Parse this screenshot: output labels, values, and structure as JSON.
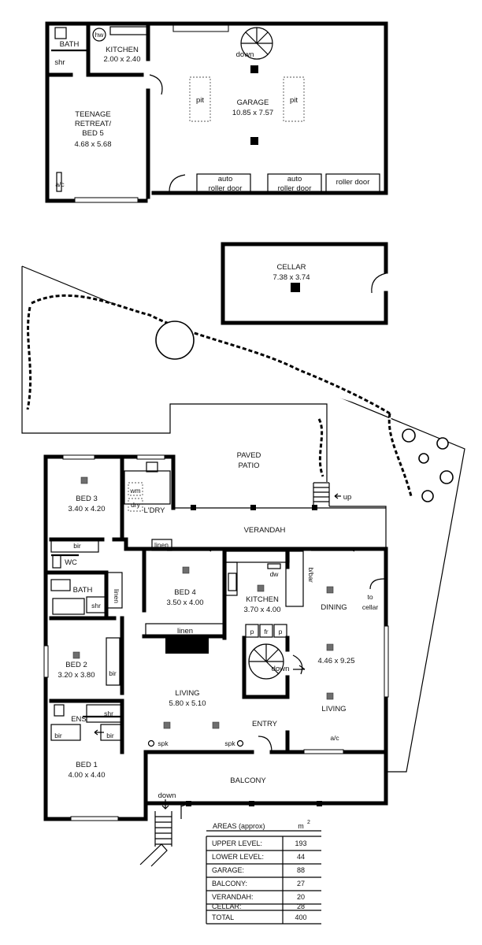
{
  "rooms": {
    "bath_upper": "BATH",
    "hw": "hw",
    "kitchen_upper": "KITCHEN",
    "kitchen_upper_size": "2.00 x 2.40",
    "shr_upper": "shr",
    "teenage_1": "TEENAGE",
    "teenage_2": "RETREAT/",
    "teenage_3": "BED 5",
    "teenage_size": "4.68 x 5.68",
    "ac_upper": "a/c",
    "garage": "GARAGE",
    "garage_size": "10.85 x 7.57",
    "pit": "pit",
    "down": "down",
    "auto": "auto",
    "roller_door": "roller door",
    "cellar": "CELLAR",
    "cellar_size": "7.38 x 3.74",
    "paved_1": "PAVED",
    "paved_2": "PATIO",
    "up": "up",
    "bed3": "BED 3",
    "bed3_size": "3.40 x 4.20",
    "wm": "wm",
    "dry": "dry",
    "ldry": "L'DRY",
    "bir": "bir",
    "linen": "linen",
    "verandah": "VERANDAH",
    "wc": "WC",
    "bath_lower": "BATH",
    "shr": "shr",
    "bed4": "BED 4",
    "bed4_size": "3.50 x 4.00",
    "dw": "dw",
    "kitchen": "KITCHEN",
    "kitchen_size": "3.70 x 4.00",
    "bbar": "b/bar",
    "dining": "DINING",
    "to": "to",
    "cellar_lc": "cellar",
    "p": "p",
    "fr": "fr",
    "dining_size": "4.46 x 9.25",
    "bed2": "BED 2",
    "bed2_size": "3.20 x 3.80",
    "living_left": "LIVING",
    "living_left_size": "5.80 x 5.10",
    "living_right": "LIVING",
    "ens": "ENS",
    "entry": "ENTRY",
    "spk": "spk",
    "ac": "a/c",
    "bed1": "BED 1",
    "bed1_size": "4.00 x 4.40",
    "balcony": "BALCONY"
  },
  "areas": {
    "header": "AREAS (approx)",
    "unit": "m",
    "unit_sup": "2",
    "rows": [
      {
        "label": "UPPER LEVEL:",
        "value": "193"
      },
      {
        "label": "LOWER LEVEL:",
        "value": "44"
      },
      {
        "label": "GARAGE:",
        "value": "88"
      },
      {
        "label": "BALCONY:",
        "value": "27"
      },
      {
        "label": "VERANDAH:",
        "value": "20"
      },
      {
        "label": "CELLAR:",
        "value": "28"
      }
    ],
    "total_label": "TOTAL",
    "total_value": "400"
  }
}
